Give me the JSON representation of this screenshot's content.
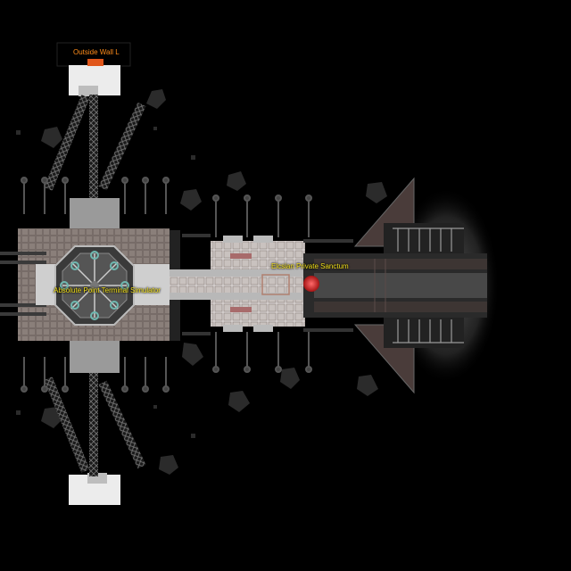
{
  "labels": {
    "outside_wall": "Outside Wall L",
    "terminal": "Absolute Point Terminal Simulator",
    "sanctum": "Elcsian Private Sanctum"
  },
  "colors": {
    "background": "#000000",
    "floor": "#8a7f7a",
    "floor_dark": "#5e5552",
    "hull": "#6a6a6a",
    "white_block": "#e8e8e8",
    "label_yellow": "#f4e11a",
    "label_orange": "#ff8c1a",
    "marker_red": "#d62a2a"
  },
  "icons": [
    "rock-icon",
    "lamp-post-icon",
    "truss-icon",
    "marker-icon",
    "teleporter-icon"
  ]
}
